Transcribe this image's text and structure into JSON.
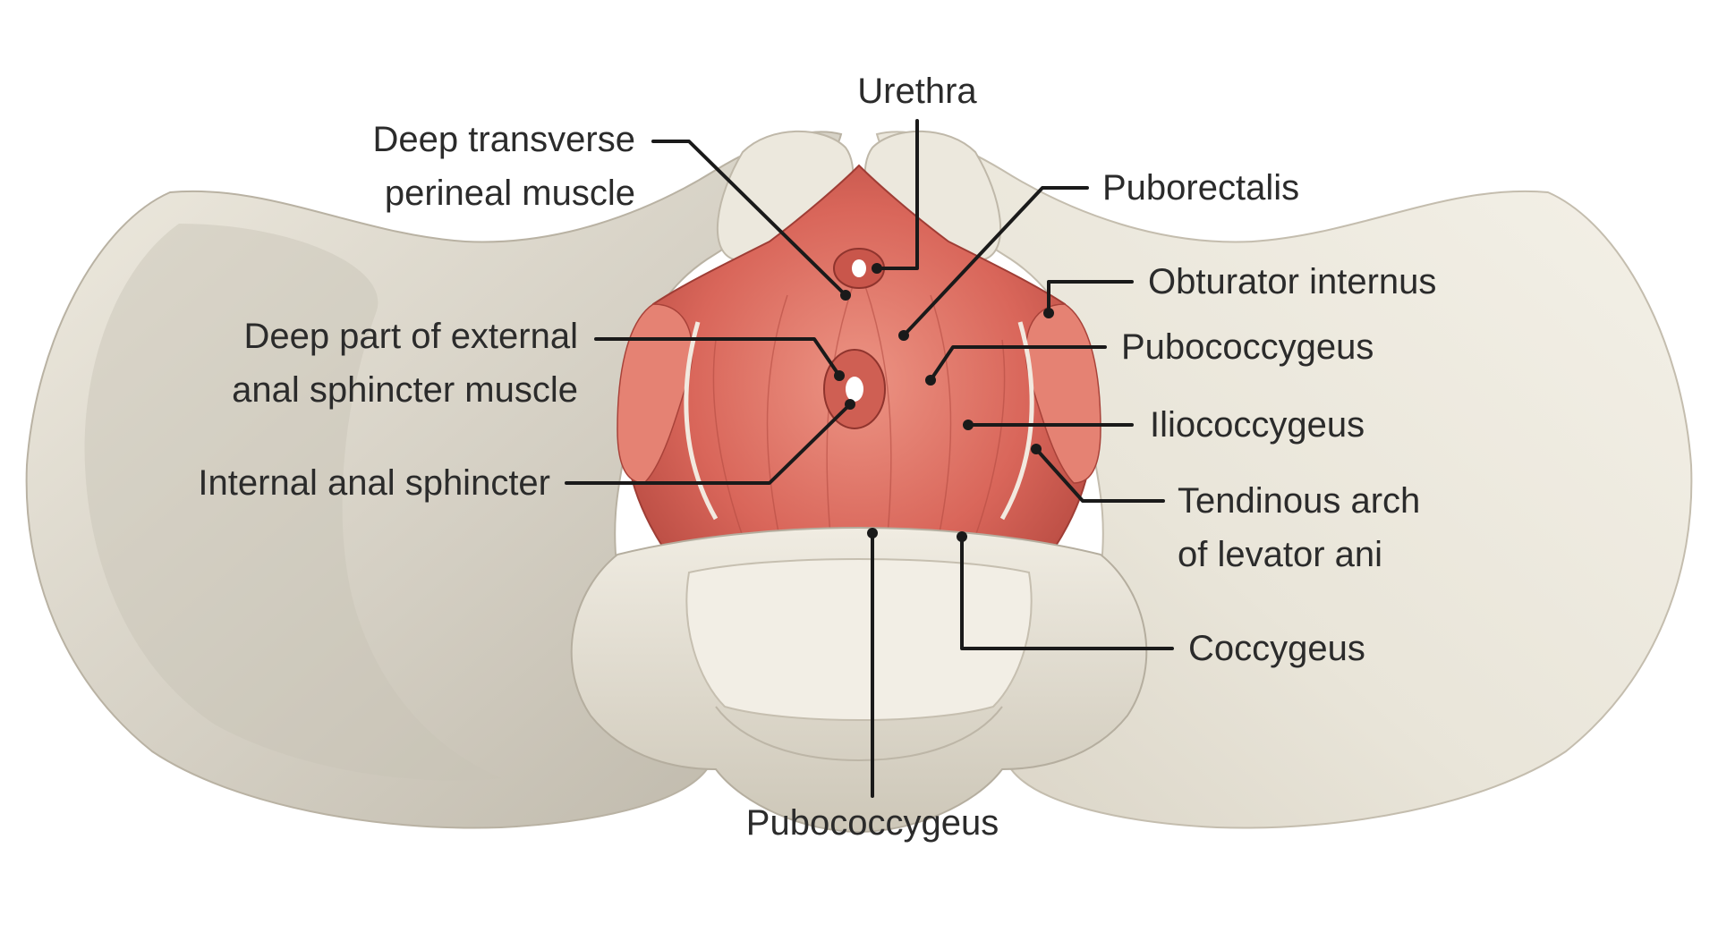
{
  "labels": {
    "urethra": "Urethra",
    "deep_transverse_perineal_line1": "Deep transverse",
    "deep_transverse_perineal_line2": "perineal muscle",
    "puborectalis": "Puborectalis",
    "obturator_internus": "Obturator internus",
    "deep_external_anal_sphincter_line1": "Deep part of external",
    "deep_external_anal_sphincter_line2": "anal sphincter muscle",
    "pubococcygeus_right": "Pubococcygeus",
    "iliococcygeus": "Iliococcygeus",
    "internal_anal_sphincter": "Internal anal sphincter",
    "tendinous_arch_line1": "Tendinous arch",
    "tendinous_arch_line2": "of levator ani",
    "coccygeus": "Coccygeus",
    "pubococcygeus_bottom": "Pubococcygeus"
  },
  "colors": {
    "bone": "#e8e3d6",
    "bone_shadow": "#c9c3b4",
    "muscle": "#d9665a",
    "muscle_light": "#e98a7c",
    "muscle_dark": "#b4483f",
    "leader_line": "#1a1a1a",
    "text": "#2b2b2b"
  }
}
